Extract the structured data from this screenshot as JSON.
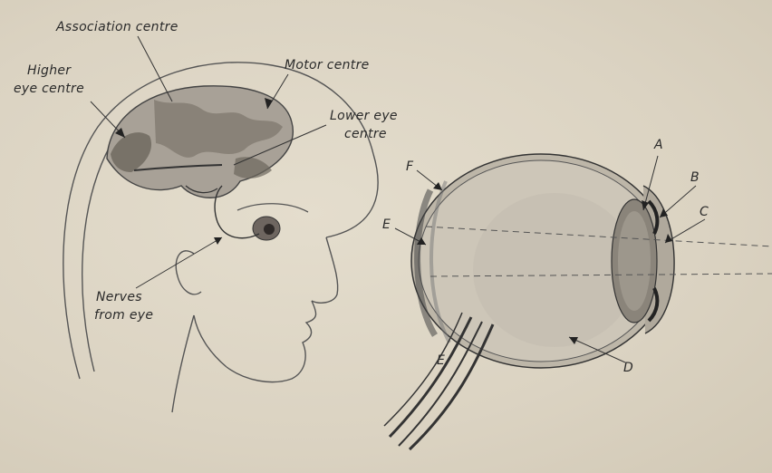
{
  "labels": {
    "association_centre": "Association centre",
    "motor_centre": "Motor centre",
    "higher_eye_centre_1": "Higher",
    "higher_eye_centre_2": "eye centre",
    "lower_eye_centre_1": "Lower eye",
    "lower_eye_centre_2": "centre",
    "nerves_from_eye_1": "Nerves",
    "nerves_from_eye_2": "from eye"
  },
  "eye_letters": {
    "a": "A",
    "b": "B",
    "c": "C",
    "d": "D",
    "e_upper": "E",
    "e_lower": "E",
    "f": "F"
  }
}
